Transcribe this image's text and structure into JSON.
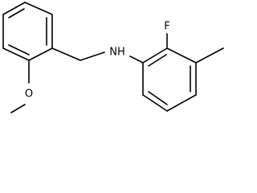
{
  "molecule": {
    "atoms": {
      "amine": "NH",
      "fluoro": "F",
      "methoxy": "O"
    }
  },
  "colors": {
    "bond": "#000000",
    "label": "#000000",
    "background": "#ffffff"
  }
}
